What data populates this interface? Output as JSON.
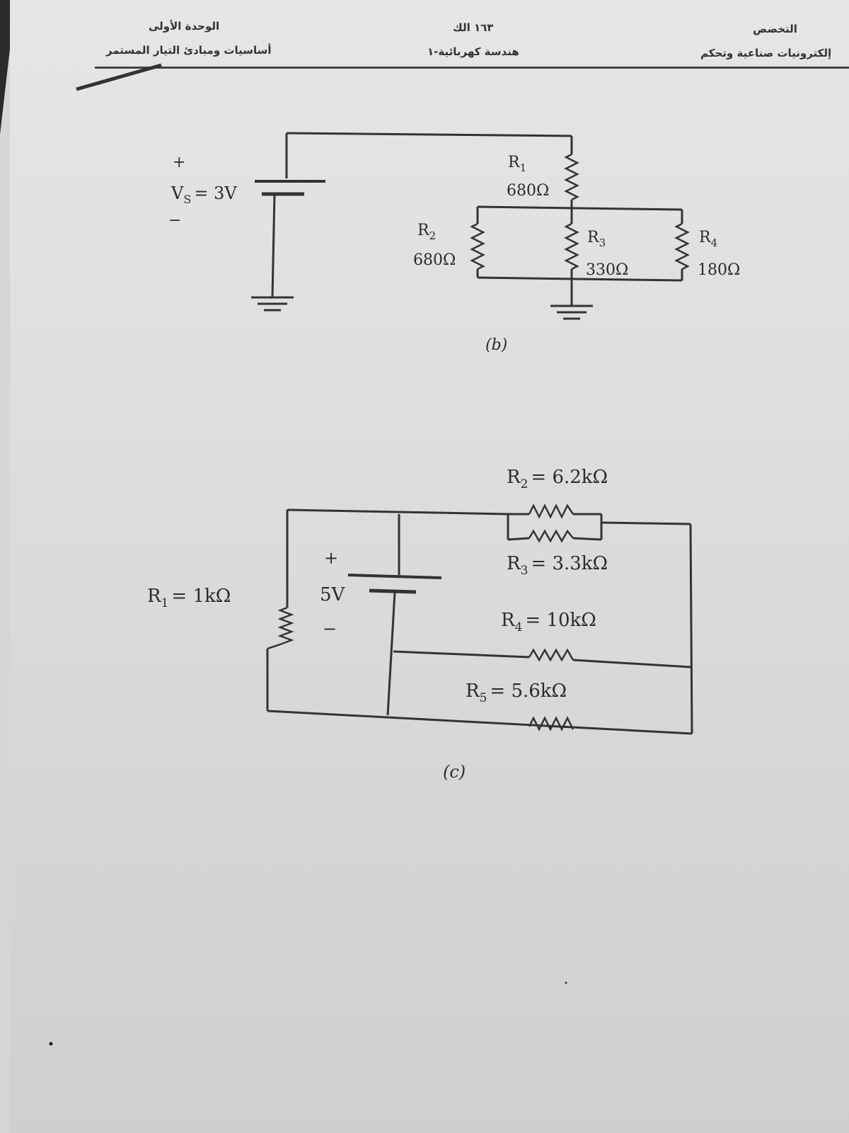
{
  "header": {
    "unit": "الوحدة الأولى",
    "unit_subtitle": "أساسيات ومبادئ التيار المستمر",
    "course_code": "١٦٣ الك",
    "course_title": "هندسة كهربائية-١",
    "major_label": "التخصص",
    "major": "إلكترونيات صناعية وتحكم"
  },
  "circuit_b": {
    "source_plus": "+",
    "source_label": "V",
    "source_sub": "S",
    "source_value": "= 3V",
    "source_minus": "−",
    "r1_name": "R",
    "r1_sub": "1",
    "r1_value": "680Ω",
    "r2_name": "R",
    "r2_sub": "2",
    "r2_value": "680Ω",
    "r3_name": "R",
    "r3_sub": "3",
    "r3_value": "330Ω",
    "r4_name": "R",
    "r4_sub": "4",
    "r4_value": "180Ω",
    "caption": "(b)"
  },
  "circuit_c": {
    "r1_name": "R",
    "r1_sub": "1",
    "r1_value": "= 1kΩ",
    "source_plus": "+",
    "source_value": "5V",
    "source_minus": "−",
    "r2_name": "R",
    "r2_sub": "2",
    "r2_value": "= 6.2kΩ",
    "r3_name": "R",
    "r3_sub": "3",
    "r3_value": "= 3.3kΩ",
    "r4_name": "R",
    "r4_sub": "4",
    "r4_value": "= 10kΩ",
    "r5_name": "R",
    "r5_sub": "5",
    "r5_value": "= 5.6kΩ",
    "caption": "(c)"
  }
}
